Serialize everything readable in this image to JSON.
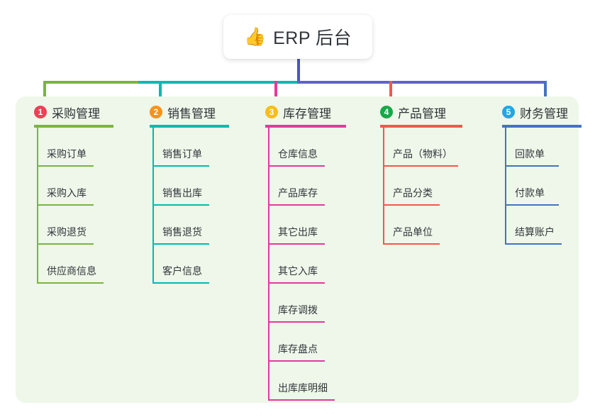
{
  "diagram": {
    "type": "mind-map",
    "root": {
      "icon": "thumbs-up-icon",
      "emoji": "👍",
      "title": "ERP 后台"
    },
    "panel_color": "#eef7e9",
    "bus_colors": {
      "green": "#7cb342",
      "teal": "#00bcad",
      "purple": "#6163c8"
    },
    "columns": [
      {
        "number": "1",
        "title": "采购管理",
        "badge_color": "#ef4056",
        "accent_color": "#7cb342",
        "rule_width": 112,
        "items": [
          {
            "label": "采购订单",
            "rule_width": 80
          },
          {
            "label": "采购入库",
            "rule_width": 80
          },
          {
            "label": "采购退货",
            "rule_width": 80
          },
          {
            "label": "供应商信息",
            "rule_width": 94
          }
        ]
      },
      {
        "number": "2",
        "title": "销售管理",
        "badge_color": "#f5921e",
        "accent_color": "#00bcad",
        "rule_width": 112,
        "items": [
          {
            "label": "销售订单",
            "rule_width": 80
          },
          {
            "label": "销售出库",
            "rule_width": 80
          },
          {
            "label": "销售退货",
            "rule_width": 80
          },
          {
            "label": "客户信息",
            "rule_width": 80
          }
        ]
      },
      {
        "number": "3",
        "title": "库存管理",
        "badge_color": "#f7bd1a",
        "accent_color": "#e5399b",
        "rule_width": 114,
        "items": [
          {
            "label": "仓库信息",
            "rule_width": 80
          },
          {
            "label": "产品库存",
            "rule_width": 80
          },
          {
            "label": "其它出库",
            "rule_width": 80
          },
          {
            "label": "其它入库",
            "rule_width": 80
          },
          {
            "label": "库存调拨",
            "rule_width": 80
          },
          {
            "label": "库存盘点",
            "rule_width": 80
          },
          {
            "label": "出库库明细",
            "rule_width": 94
          }
        ]
      },
      {
        "number": "4",
        "title": "产品管理",
        "badge_color": "#17a948",
        "accent_color": "#f4574c",
        "rule_width": 116,
        "items": [
          {
            "label": "产品（物料）",
            "rule_width": 106
          },
          {
            "label": "产品分类",
            "rule_width": 80
          },
          {
            "label": "产品单位",
            "rule_width": 80
          }
        ]
      },
      {
        "number": "5",
        "title": "财务管理",
        "badge_color": "#22a7e0",
        "accent_color": "#4472c4",
        "rule_width": 112,
        "items": [
          {
            "label": "回款单",
            "rule_width": 76
          },
          {
            "label": "付款单",
            "rule_width": 76
          },
          {
            "label": "结算账户",
            "rule_width": 80
          }
        ]
      }
    ]
  }
}
